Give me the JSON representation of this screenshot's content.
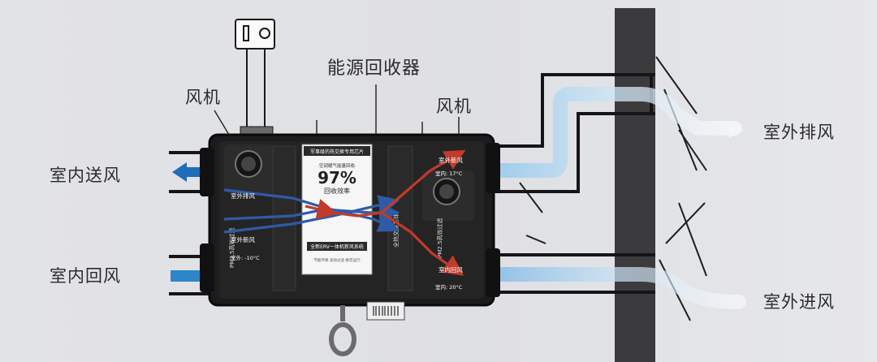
{
  "labels": {
    "title": "能源回收器",
    "fan_left": "风机",
    "fan_right": "风机",
    "indoor_supply": "室内送风",
    "indoor_return": "室内回风",
    "outdoor_exhaust": "室外排风",
    "outdoor_intake": "室外进风"
  },
  "unit": {
    "panel_header": "军事级的热交换专用芯片",
    "panel_sub": "·空调暖气能量回收·",
    "efficiency": "97%",
    "efficiency_caption": "回收效率",
    "panel_footer": "全新ERV一体机新风系统",
    "panel_small": "·节能环保 高效过滤 静音运行·",
    "side_label_left": "PM2.5高效过滤",
    "side_label_mid": "全热交换芯体",
    "side_label_right": "PM2.5高效过滤",
    "flow_outdoor_exhaust": "室外排风",
    "flow_outdoor_fresh_left": "室外新风",
    "flow_outdoor_fresh_right": "室外新风",
    "flow_indoor_return": "室内回风",
    "temp_cold": "室外: -10°C",
    "temp_mid": "室内: 17°C",
    "temp_warm": "室内: 20°C"
  },
  "colors": {
    "cold_flow": "#2f5aa8",
    "warm_flow": "#c23a2a",
    "unit_body": "#1c1c1c",
    "wall": "#3d3d3f",
    "air_blue": "#8fbfe6"
  }
}
